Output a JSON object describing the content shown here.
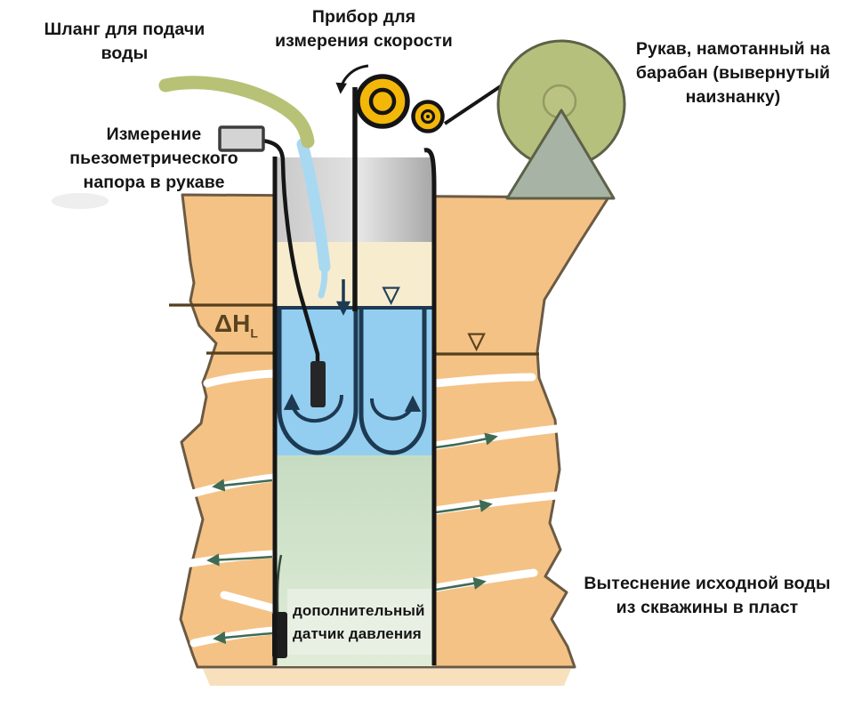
{
  "diagram": {
    "labels": {
      "water_hose": [
        "Шланг для подачи",
        "воды"
      ],
      "velocity_device": [
        "Прибор для",
        "измерения скорости"
      ],
      "drum_sleeve": [
        "Рукав, намотанный на",
        "барабан (вывернутый",
        "наизнанку)"
      ],
      "piezometric_head": [
        "Измерение",
        "пьезометрического",
        "напора в рукаве"
      ],
      "extra_pressure_sensor": [
        "дополнительный",
        "датчик давления"
      ],
      "displacement": [
        "Вытеснение исходной воды",
        "из скважины в пласт"
      ],
      "delta_h": "ΔH",
      "delta_h_sub": "L"
    },
    "symbols": {
      "water_table_marker": "▽"
    },
    "colors": {
      "ground": "#f4c285",
      "ground_outline": "#6b5a44",
      "casing_gray": "#cccccc",
      "dry_sand": "#f8ecce",
      "injected_water": "#93cef0",
      "original_water": "#cbdfc6",
      "hose_green": "#b7c276",
      "stream_blue": "#a9d9f1",
      "drum_olive": "#b6c07d",
      "stand_gray_green": "#a7b4a5",
      "pulley_yellow": "#f3b70a",
      "outline_navy": "#1d3a52",
      "flow_arrow_teal": "#3f6b55",
      "line_brown": "#553f1d",
      "text": "#151515"
    }
  }
}
